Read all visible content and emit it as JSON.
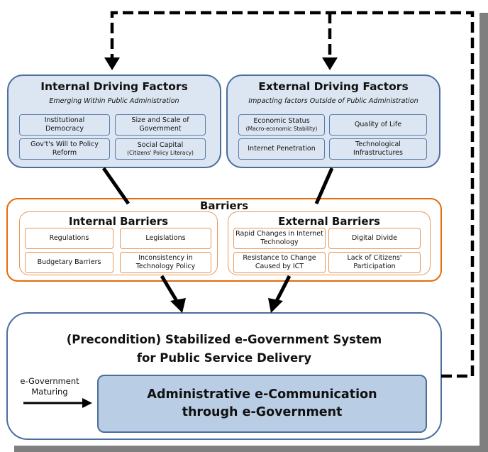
{
  "internal_driving": {
    "title": "Internal Driving Factors",
    "subtitle": "Emerging Within Public Administration",
    "cells": [
      {
        "line1": "Institutional",
        "line2": "Democracy",
        "small": ""
      },
      {
        "line1": "Size and Scale of",
        "line2": "Government",
        "small": ""
      },
      {
        "line1": "Gov't's Will to Policy",
        "line2": "Reform",
        "small": ""
      },
      {
        "line1": "Social Capital",
        "line2": "",
        "small": "(Citizens' Policy Literacy)"
      }
    ]
  },
  "external_driving": {
    "title": "External Driving Factors",
    "subtitle": "Impacting factors Outside of Public Administration",
    "cells": [
      {
        "line1": "Economic Status",
        "line2": "",
        "small": "(Macro-economic Stability)"
      },
      {
        "line1": "Quality of Life",
        "line2": "",
        "small": ""
      },
      {
        "line1": "Internet Penetration",
        "line2": "",
        "small": ""
      },
      {
        "line1": "Technological",
        "line2": "Infrastructures",
        "small": ""
      }
    ]
  },
  "barriers": {
    "title": "Barriers",
    "internal": {
      "title": "Internal Barriers",
      "cells": [
        "Regulations",
        "Legislations",
        "Budgetary Barriers",
        "Inconsistency in Technology Policy"
      ]
    },
    "external": {
      "title": "External Barriers",
      "cells": [
        "Rapid Changes in Internet Technology",
        "Digital Divide",
        "Resistance to Change Caused by ICT",
        "Lack of Citizens' Participation"
      ]
    }
  },
  "precondition": {
    "line1": "(Precondition) Stabilized e-Government System",
    "line2": "for Public Service Delivery"
  },
  "maturing": {
    "line1": "e-Government",
    "line2": "Maturing"
  },
  "administrative": {
    "line1": "Administrative e-Communication",
    "line2": "through e-Government"
  },
  "colors": {
    "driving_fill": "#dce6f2",
    "border_blue": "#4b6e9b",
    "barrier_orange": "#e46c0a",
    "admin_fill": "#b9cde5"
  }
}
